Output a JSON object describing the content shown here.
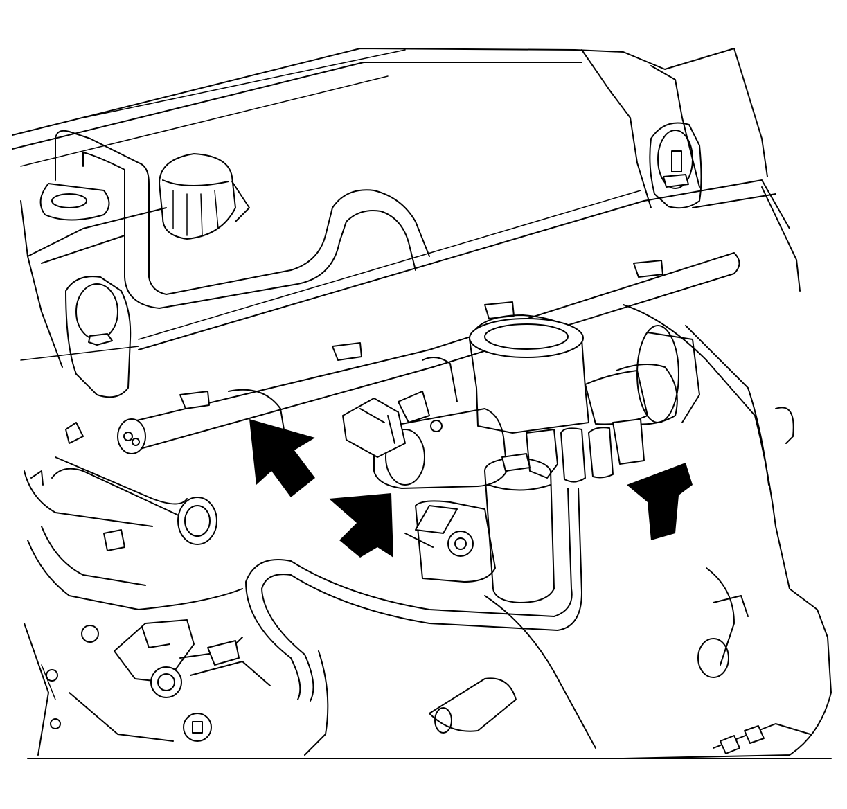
{
  "diagram": {
    "arrows": [
      {
        "name": "arrow-left",
        "direction": "up-left"
      },
      {
        "name": "arrow-center",
        "direction": "up-right"
      },
      {
        "name": "arrow-right",
        "direction": "up-right"
      }
    ],
    "colors": {
      "line": "#000000",
      "background": "#ffffff",
      "arrow": "#000000"
    }
  }
}
